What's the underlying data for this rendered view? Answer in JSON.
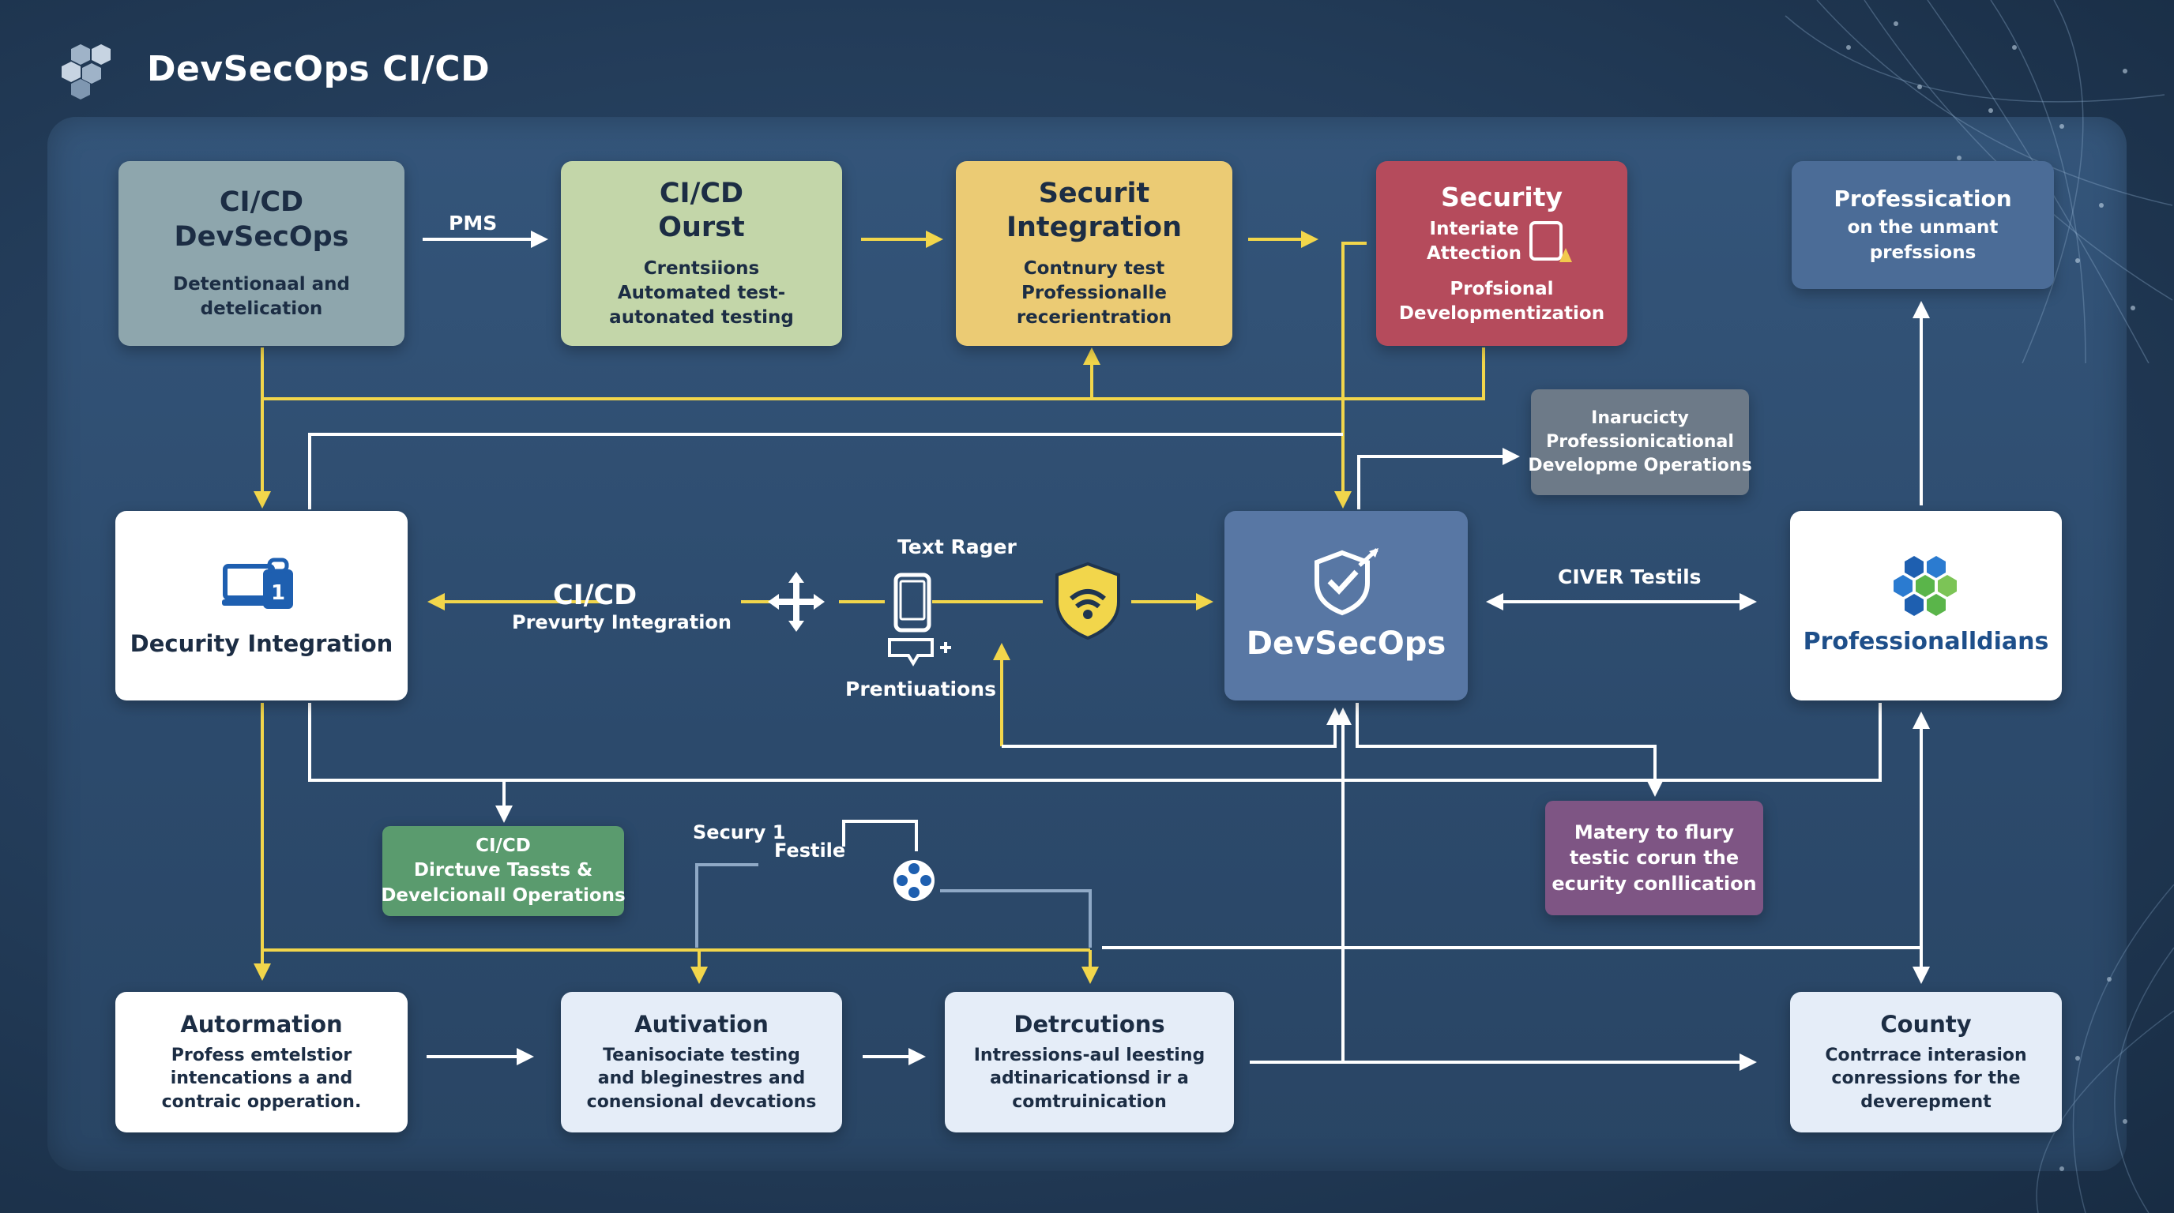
{
  "header": {
    "title": "DevSecOps CI/CD"
  },
  "top_row": [
    {
      "title": "CI/CD\nDevSecOps",
      "sub": "Detentionaal and\ndetelication"
    },
    {
      "title": "CI/CD\nOurst",
      "sub": "Crentsiions\nAutomated test-\nautonated testing"
    },
    {
      "title": "Securit\nIntegration",
      "sub": "Contnury test\nProfessionalle\nrecerientration"
    },
    {
      "title": "Security",
      "sub2": "Interiate\nAttection",
      "sub": "Profsional\nDevelopmentization"
    },
    {
      "title": "Professication",
      "sub": "on the unmant\nprefssions"
    }
  ],
  "pms_label": "PMS",
  "middle": {
    "security_integration": "Decurity Integration",
    "cicd_label": "CI/CD",
    "cicd_sub": "Prevurty Integration",
    "text_rager": "Text Rager",
    "prentiuations": "Prentiuations",
    "devsecops": "DevSecOps",
    "civer_testils": "CIVER Testils",
    "professionalldians": "Professionalldians",
    "inaruicty": "Inarucicty\nProfessionicational\nDevelopme Operations",
    "badge_number": "1"
  },
  "lower": {
    "green_box": "CI/CD\nDirctuve Tassts &\nDevelcionall Operations",
    "security_label": "Secury 1",
    "festile_label": "Festile",
    "purple_box": "Matery to flury\ntestic corun the\necurity conllication"
  },
  "bottom_row": [
    {
      "title": "Autormation",
      "sub": "Profess emtelstior\nintencations a and\ncontraic opperation."
    },
    {
      "title": "Autivation",
      "sub": "Teanisociate testing\nand bleginestres and\nconensional devcations"
    },
    {
      "title": "Detrcutions",
      "sub": "Intressions-aul leesting\nadtinaricationsd ir a\ncomtruinication"
    },
    {
      "title": "County",
      "sub": "Contrrace interasion\nconressions for the\ndeverepment"
    }
  ],
  "colors": {
    "background": "#2c4a6c",
    "connector_yellow": "#f2d64b",
    "connector_white": "#ffffff",
    "box_slate": "#8ea6ad",
    "box_sage": "#c3d6a9",
    "box_gold": "#ebcb74",
    "box_red": "#b54b5c",
    "box_blue": "#4b6c97",
    "box_green": "#5a9b6e",
    "box_purple": "#7e5584",
    "box_grey": "#6d7a88",
    "box_white": "#ffffff",
    "box_lightblue": "#e5edf8",
    "icon_blue": "#1e5fb0"
  },
  "icons": [
    "hexagon-logo-icon",
    "computer-badge-icon",
    "move-arrows-icon",
    "smartphone-icon",
    "device-plus-icon",
    "shield-wifi-icon",
    "check-shield-icon",
    "hexagon-cluster-icon",
    "network-node-icon"
  ]
}
